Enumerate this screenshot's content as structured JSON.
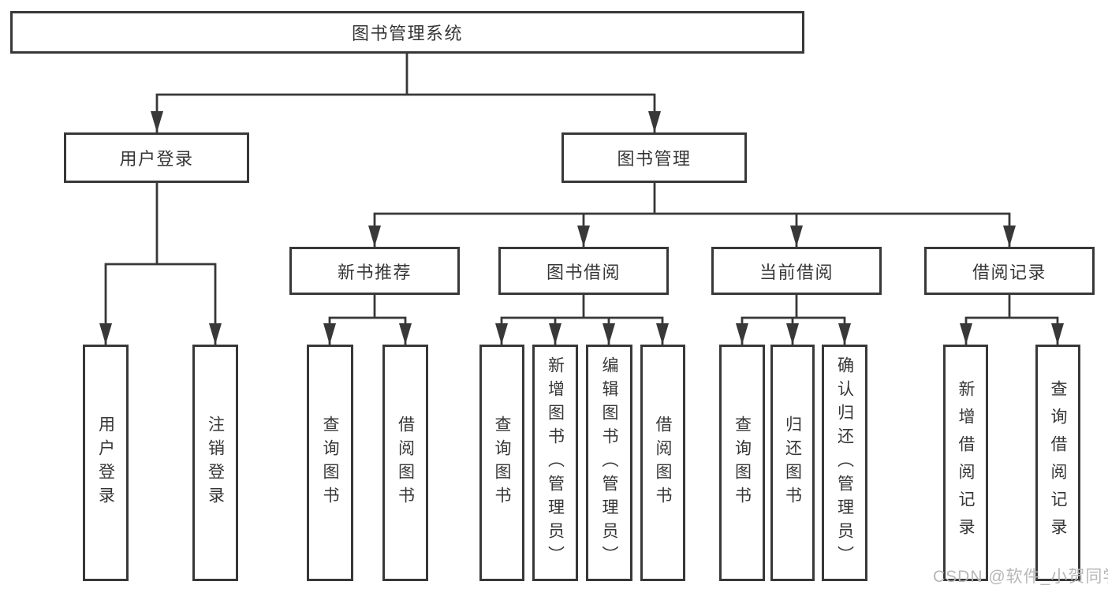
{
  "diagram": {
    "title": "图书管理系统",
    "branches": [
      {
        "label": "用户登录",
        "children": [
          {
            "label": "用户登录"
          },
          {
            "label": "注销登录"
          }
        ]
      },
      {
        "label": "图书管理",
        "children": [
          {
            "label": "新书推荐",
            "children": [
              {
                "label": "查询图书"
              },
              {
                "label": "借阅图书"
              }
            ]
          },
          {
            "label": "图书借阅",
            "children": [
              {
                "label": "查询图书"
              },
              {
                "label": "新增图书（管理员）"
              },
              {
                "label": "编辑图书（管理员）"
              },
              {
                "label": "借阅图书"
              }
            ]
          },
          {
            "label": "当前借阅",
            "children": [
              {
                "label": "查询图书"
              },
              {
                "label": "归还图书"
              },
              {
                "label": "确认归还（管理员）"
              }
            ]
          },
          {
            "label": "借阅记录",
            "children": [
              {
                "label": "新增借阅记录"
              },
              {
                "label": "查询借阅记录"
              }
            ]
          }
        ]
      }
    ]
  },
  "watermark": {
    "text": "CSDN @软件_小贺同学"
  },
  "colors": {
    "line": "#383838",
    "box_border": "#383838",
    "text": "#363636",
    "watermark": "#b7b7b7"
  }
}
